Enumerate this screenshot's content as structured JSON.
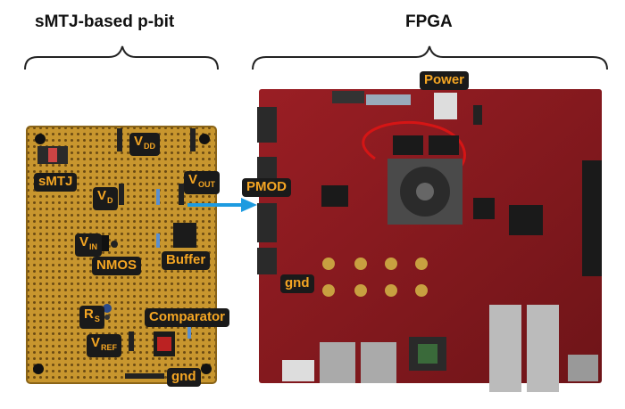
{
  "headings": {
    "left": "sMTJ-based p-bit",
    "right": "FPGA"
  },
  "labels": {
    "vdd": {
      "main": "V",
      "sub": "DD"
    },
    "smtj": "sMTJ",
    "vd": {
      "main": "V",
      "sub": "D"
    },
    "vout": {
      "main": "V",
      "sub": "OUT"
    },
    "vin": {
      "main": "V",
      "sub": "IN"
    },
    "nmos": "NMOS",
    "buffer": "Buffer",
    "rs": {
      "main": "R",
      "sub": "S"
    },
    "comparator": "Comparator",
    "vref": {
      "main": "V",
      "sub": "REF"
    },
    "gnd_left": "gnd",
    "pmod": "PMOD",
    "power": "Power",
    "gnd_right": "gnd"
  },
  "colors": {
    "label_bg": "#1a1a1a",
    "label_text": "#f5a623",
    "arrow": "#1e9be0",
    "perfboard": "#c8962e",
    "fpga_board": "#8c1a1f"
  }
}
